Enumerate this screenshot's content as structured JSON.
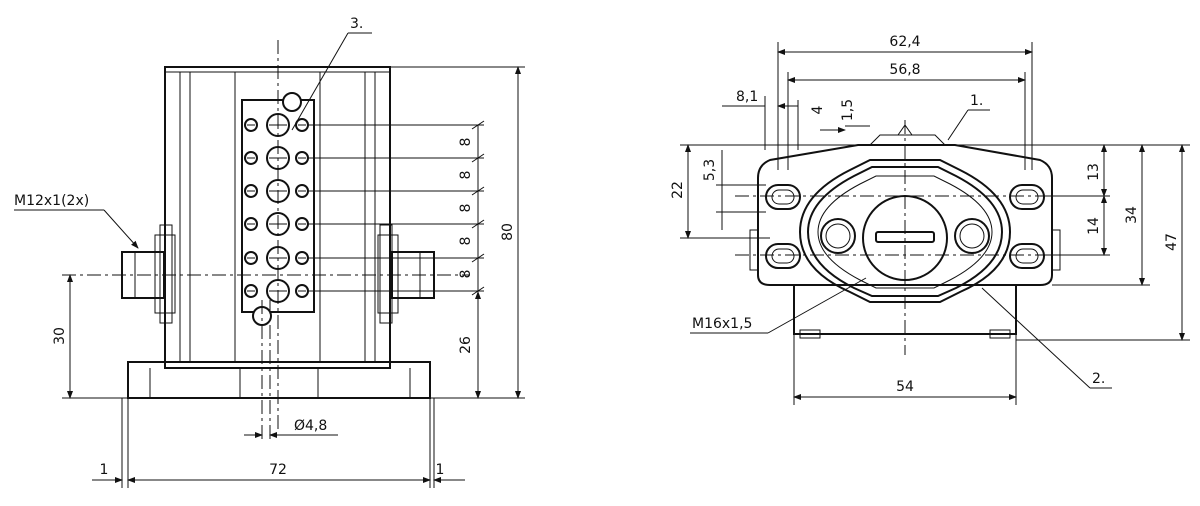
{
  "front_view": {
    "callout_3": "3.",
    "thread_label": "M12x1(2x)",
    "dims": {
      "pitch": [
        "8",
        "8",
        "8",
        "8",
        "8"
      ],
      "height_total": "80",
      "height_lower": "26",
      "connector_height": "30",
      "hole_diameter": "Ø4,8",
      "width_total": "72",
      "offset_left": "1",
      "offset_right": "1"
    }
  },
  "side_view": {
    "callout_1": "1.",
    "callout_2": "2.",
    "thread_label": "M16x1,5",
    "dims": {
      "width_outer": "62,4",
      "width_holes": "56,8",
      "offset_8_1": "8,1",
      "offset_4": "4",
      "offset_1_5": "1,5",
      "offset_5_3": "5,3",
      "height_22": "22",
      "height_13": "13",
      "height_14": "14",
      "height_34": "34",
      "height_47": "47",
      "width_base": "54"
    }
  }
}
